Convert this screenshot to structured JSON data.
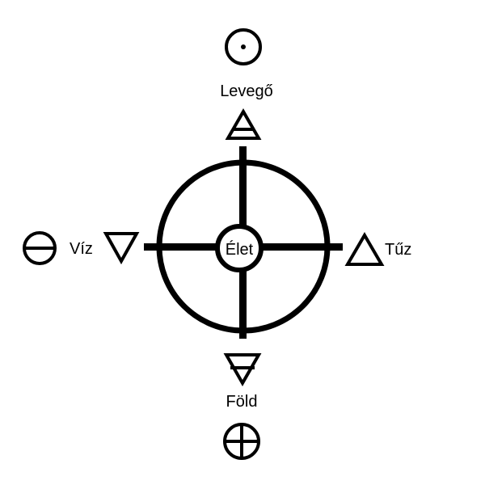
{
  "labels": {
    "air": "Levegő",
    "water": "Víz",
    "fire": "Tűz",
    "earth": "Föld",
    "center": "Élet"
  },
  "icons": {
    "top_symbol": "circle-with-dot-icon",
    "left_symbol": "circle-with-horizontal-bar-icon",
    "bottom_symbol": "circle-with-cross-icon",
    "air_triangle": "air-triangle-icon",
    "water_triangle": "water-triangle-icon",
    "fire_triangle": "fire-triangle-icon",
    "earth_triangle": "earth-triangle-icon"
  },
  "colors": {
    "ink": "#000000",
    "background": "#ffffff"
  }
}
